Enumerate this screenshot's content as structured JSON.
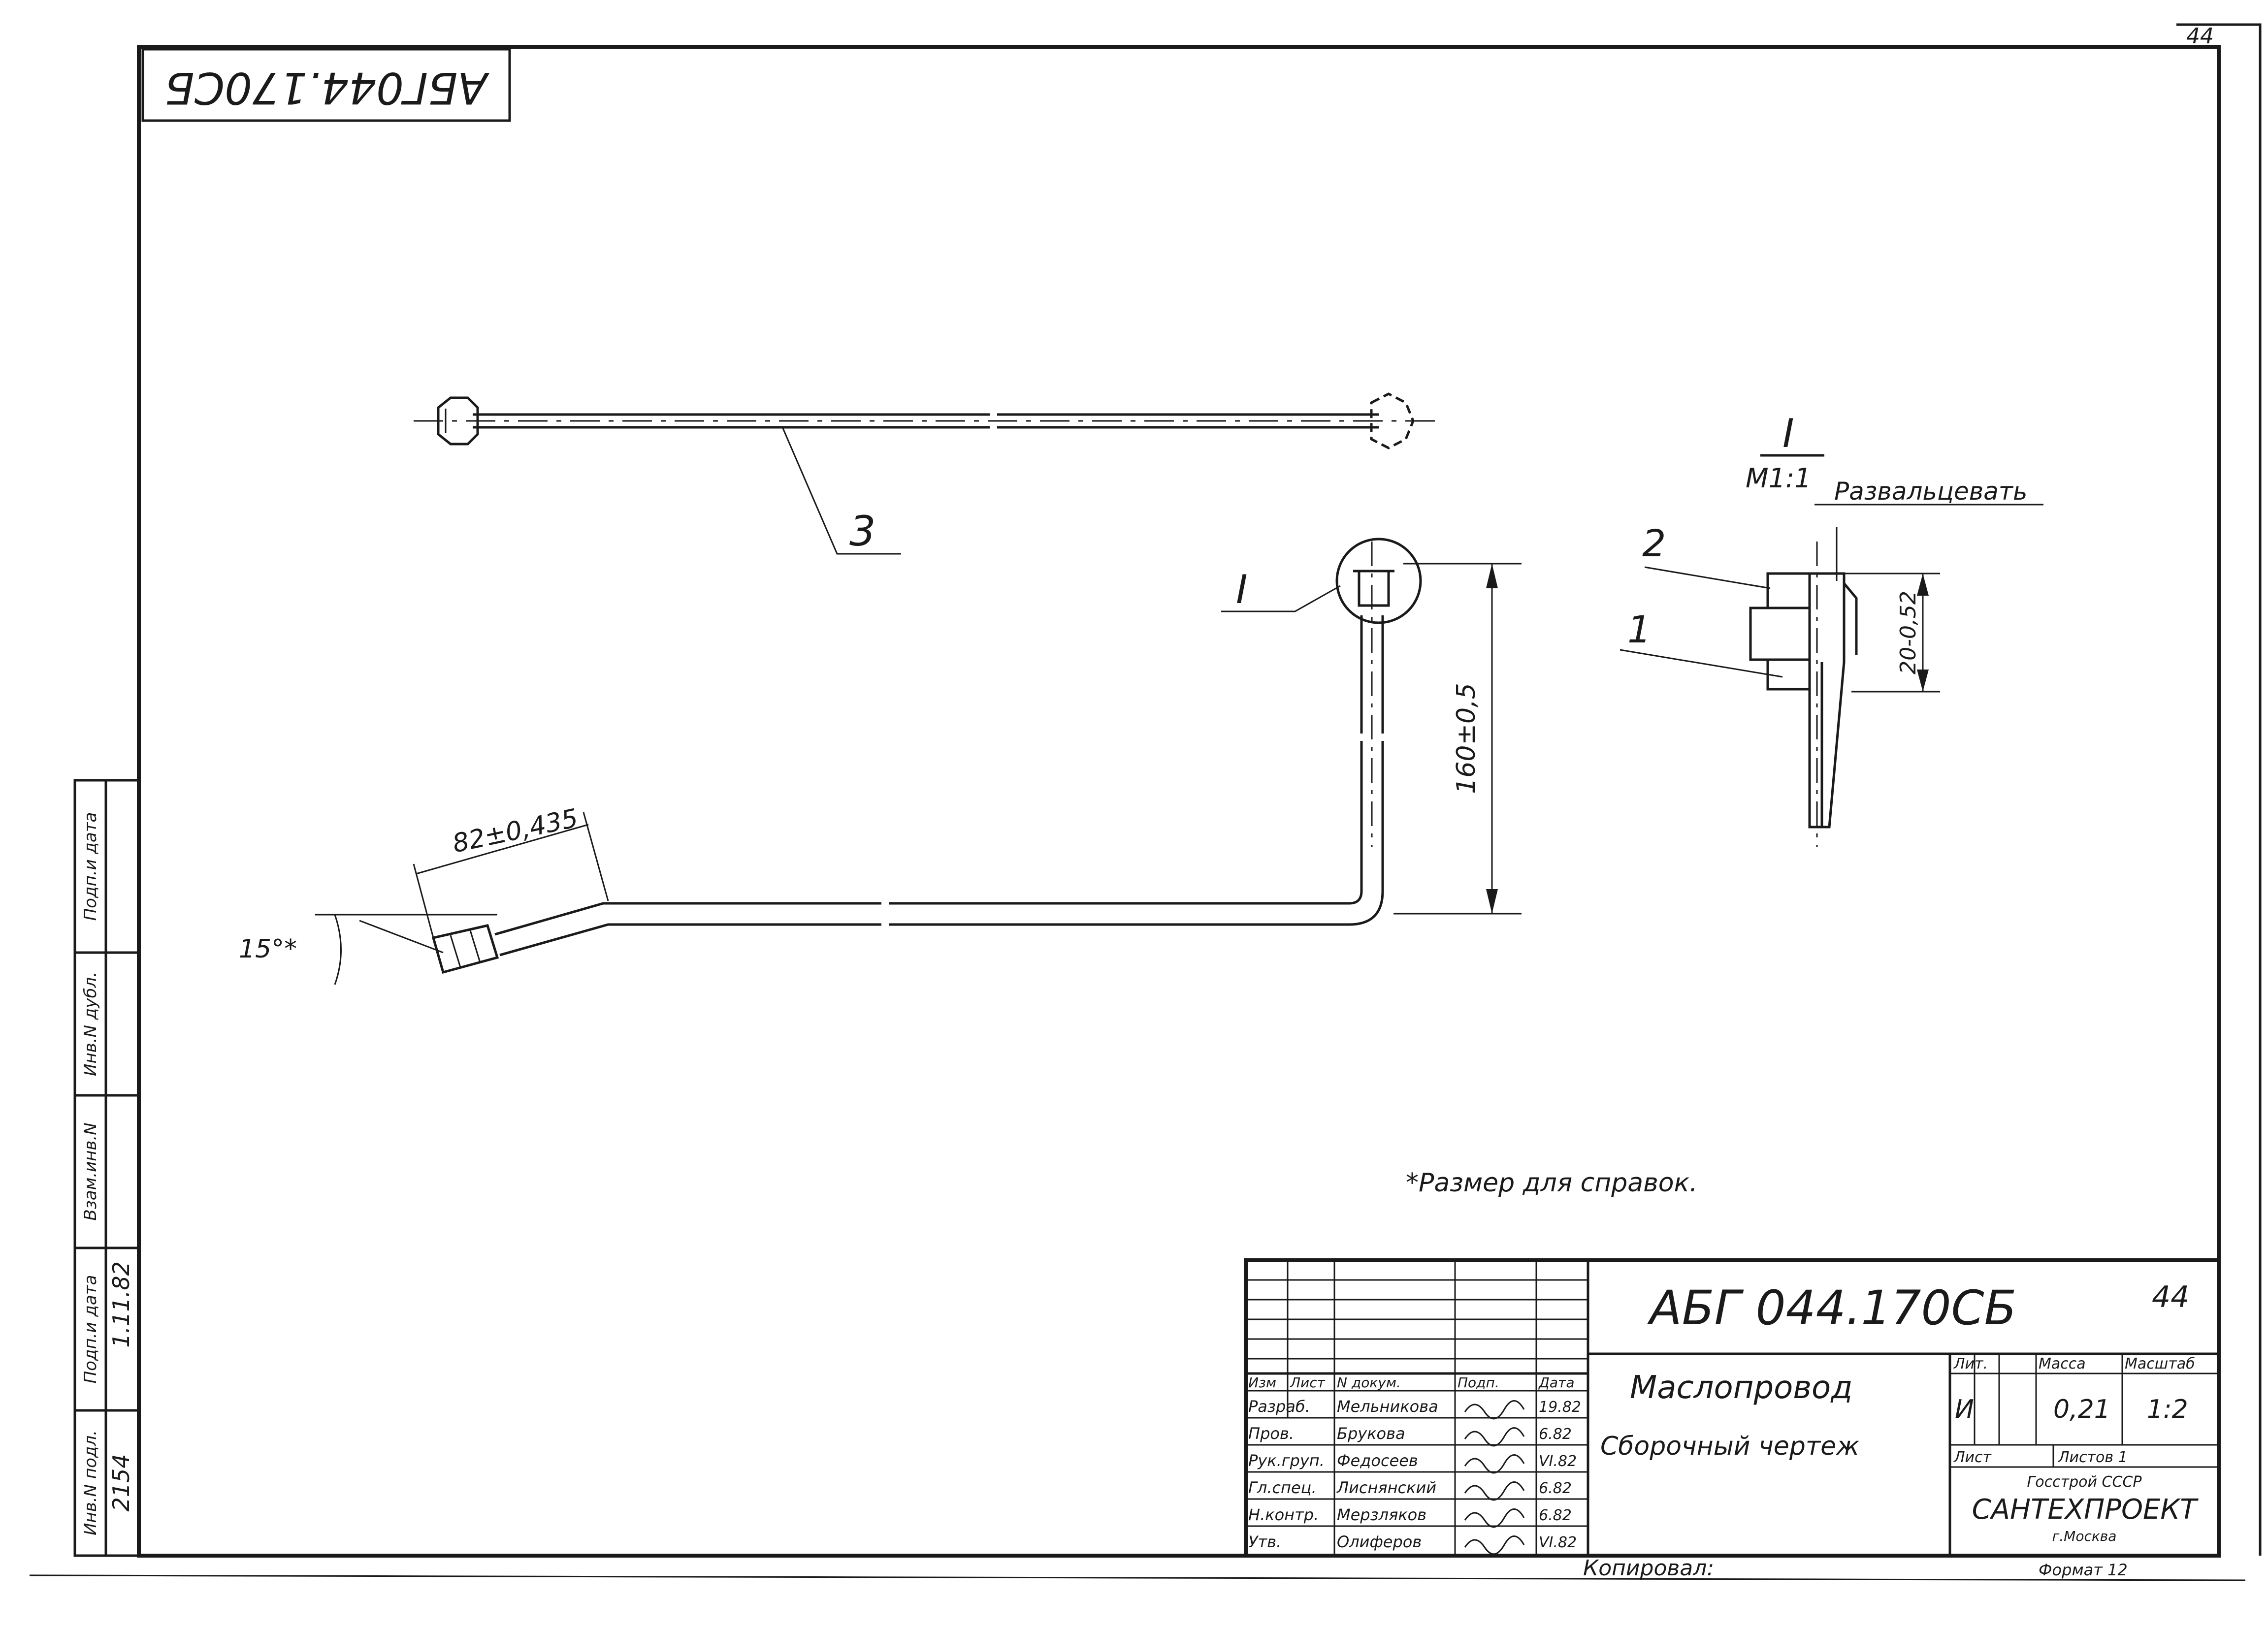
{
  "sheet": {
    "page_number": "44",
    "stamp_rotated": "АБГ044.170СБ",
    "note": "*Размер для справок.",
    "copied": "Копировал:",
    "format": "Формат 12"
  },
  "drawing": {
    "position_3": "3",
    "view_marker": "I",
    "detail_title": "I",
    "detail_scale": "М1:1",
    "detail_note": "Развальцевать",
    "position_2": "2",
    "position_1": "1",
    "dim_height": "160±0,5",
    "dim_length": "82±0,435",
    "dim_angle": "15°*",
    "dim_detail": "20-0,52"
  },
  "side_stamp": {
    "labels": [
      "Инв.N подл.",
      "Подп.и дата",
      "Взам.инв.N",
      "Инв.N дубл.",
      "Подп.и дата"
    ],
    "inv_number": "2154",
    "sign_date": "1.11.82"
  },
  "title_block": {
    "designation": "АБГ 044.170СБ",
    "sheet_mark": "44",
    "name": "Маслопровод",
    "doc_type": "Сборочный чертеж",
    "headers": [
      "Изм",
      "Лист",
      "N докум.",
      "Подп.",
      "Дата"
    ],
    "roles": [
      "Разраб.",
      "Пров.",
      "Рук.груп.",
      "Гл.спец.",
      "Н.контр.",
      "Утв."
    ],
    "people": [
      "Мельникова",
      "Брукова",
      "Федосеев",
      "Лиснянский",
      "Мерзляков",
      "Олиферов"
    ],
    "dates": [
      "19.82",
      "6.82",
      "VI.82",
      "6.82",
      "6.82",
      "VI.82"
    ],
    "lit_label": "Лит.",
    "lit_value": "И",
    "mass_label": "Масса",
    "mass_value": "0,21",
    "scale_label": "Масштаб",
    "scale_value": "1:2",
    "sheet_label": "Лист",
    "sheets_label": "Листов 1",
    "org1": "Госстрой СССР",
    "org2": "САНТЕХПРОЕКТ",
    "org3": "г.Москва"
  }
}
